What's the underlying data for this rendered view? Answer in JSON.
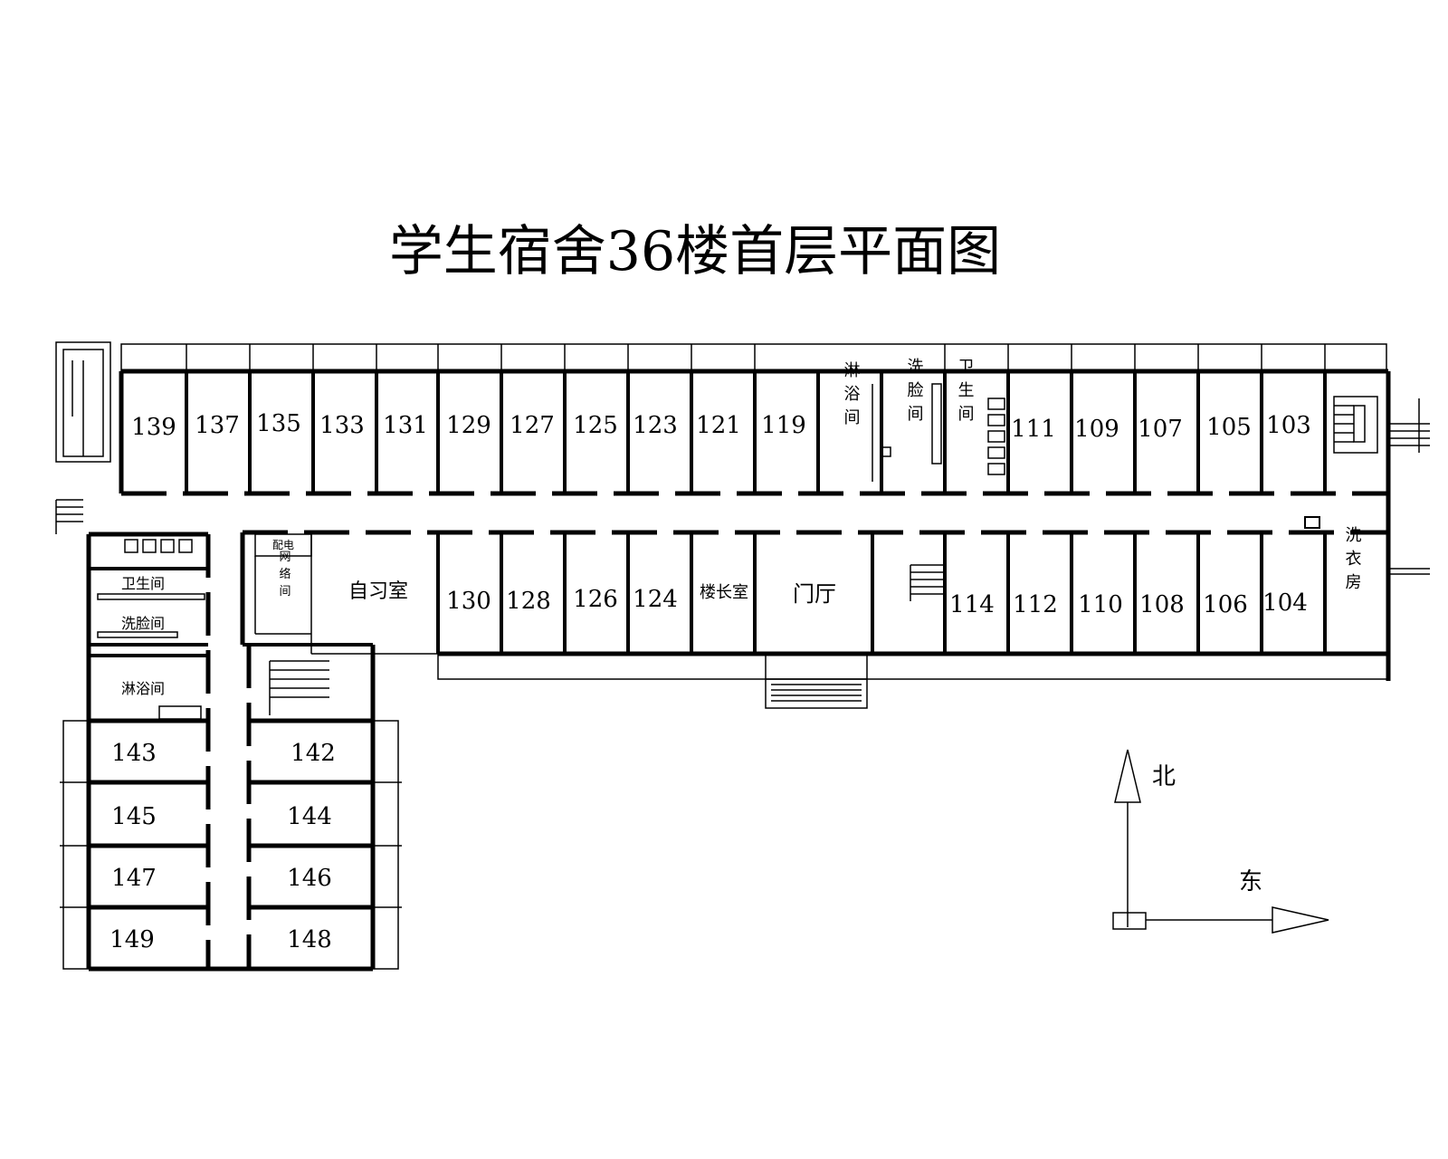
{
  "title": "学生宿舍36楼首层平面图",
  "rooms_north": [
    "139",
    "137",
    "135",
    "133",
    "131",
    "129",
    "127",
    "125",
    "123",
    "121",
    "119",
    "111",
    "109",
    "107",
    "105",
    "103"
  ],
  "rooms_south": [
    "130",
    "128",
    "126",
    "124",
    "114",
    "112",
    "110",
    "108",
    "106",
    "104"
  ],
  "rooms_wing_west": [
    "143",
    "145",
    "147",
    "149"
  ],
  "rooms_wing_east": [
    "142",
    "144",
    "146",
    "148"
  ],
  "labels": {
    "shower_north": "淋浴间",
    "washroom_north": "洗脸间",
    "toilet_north": "卫生间",
    "study_room": "自习室",
    "manager_room": "楼长室",
    "lobby": "门厅",
    "laundry": "洗衣房",
    "toilet_wing": "卫生间",
    "washroom_wing": "洗脸间",
    "shower_wing": "淋浴间",
    "electric_room": "配电",
    "network_room": "网络间"
  },
  "compass": {
    "north": "北",
    "east": "东"
  }
}
